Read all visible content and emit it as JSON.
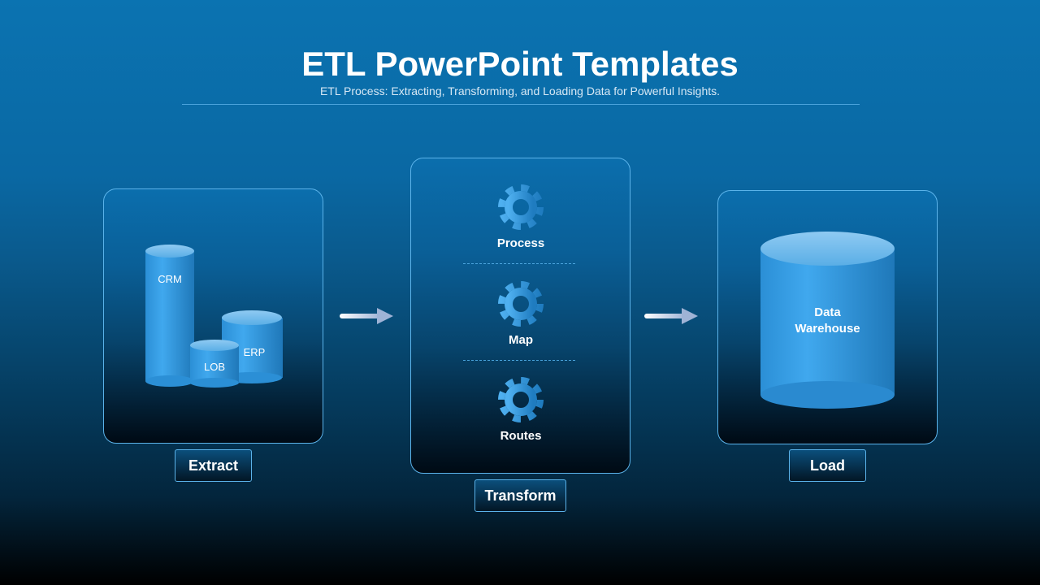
{
  "header": {
    "title": "ETL PowerPoint Templates",
    "subtitle": "ETL Process: Extracting, Transforming, and Loading Data for Powerful Insights."
  },
  "extract": {
    "label": "Extract",
    "sources": [
      "CRM",
      "LOB",
      "ERP"
    ]
  },
  "transform": {
    "label": "Transform",
    "steps": [
      "Process",
      "Map",
      "Routes"
    ]
  },
  "load": {
    "label": "Load",
    "target_line1": "Data",
    "target_line2": "Warehouse"
  },
  "colors": {
    "accent": "#3aa2e8",
    "border": "#5bb3ea"
  }
}
